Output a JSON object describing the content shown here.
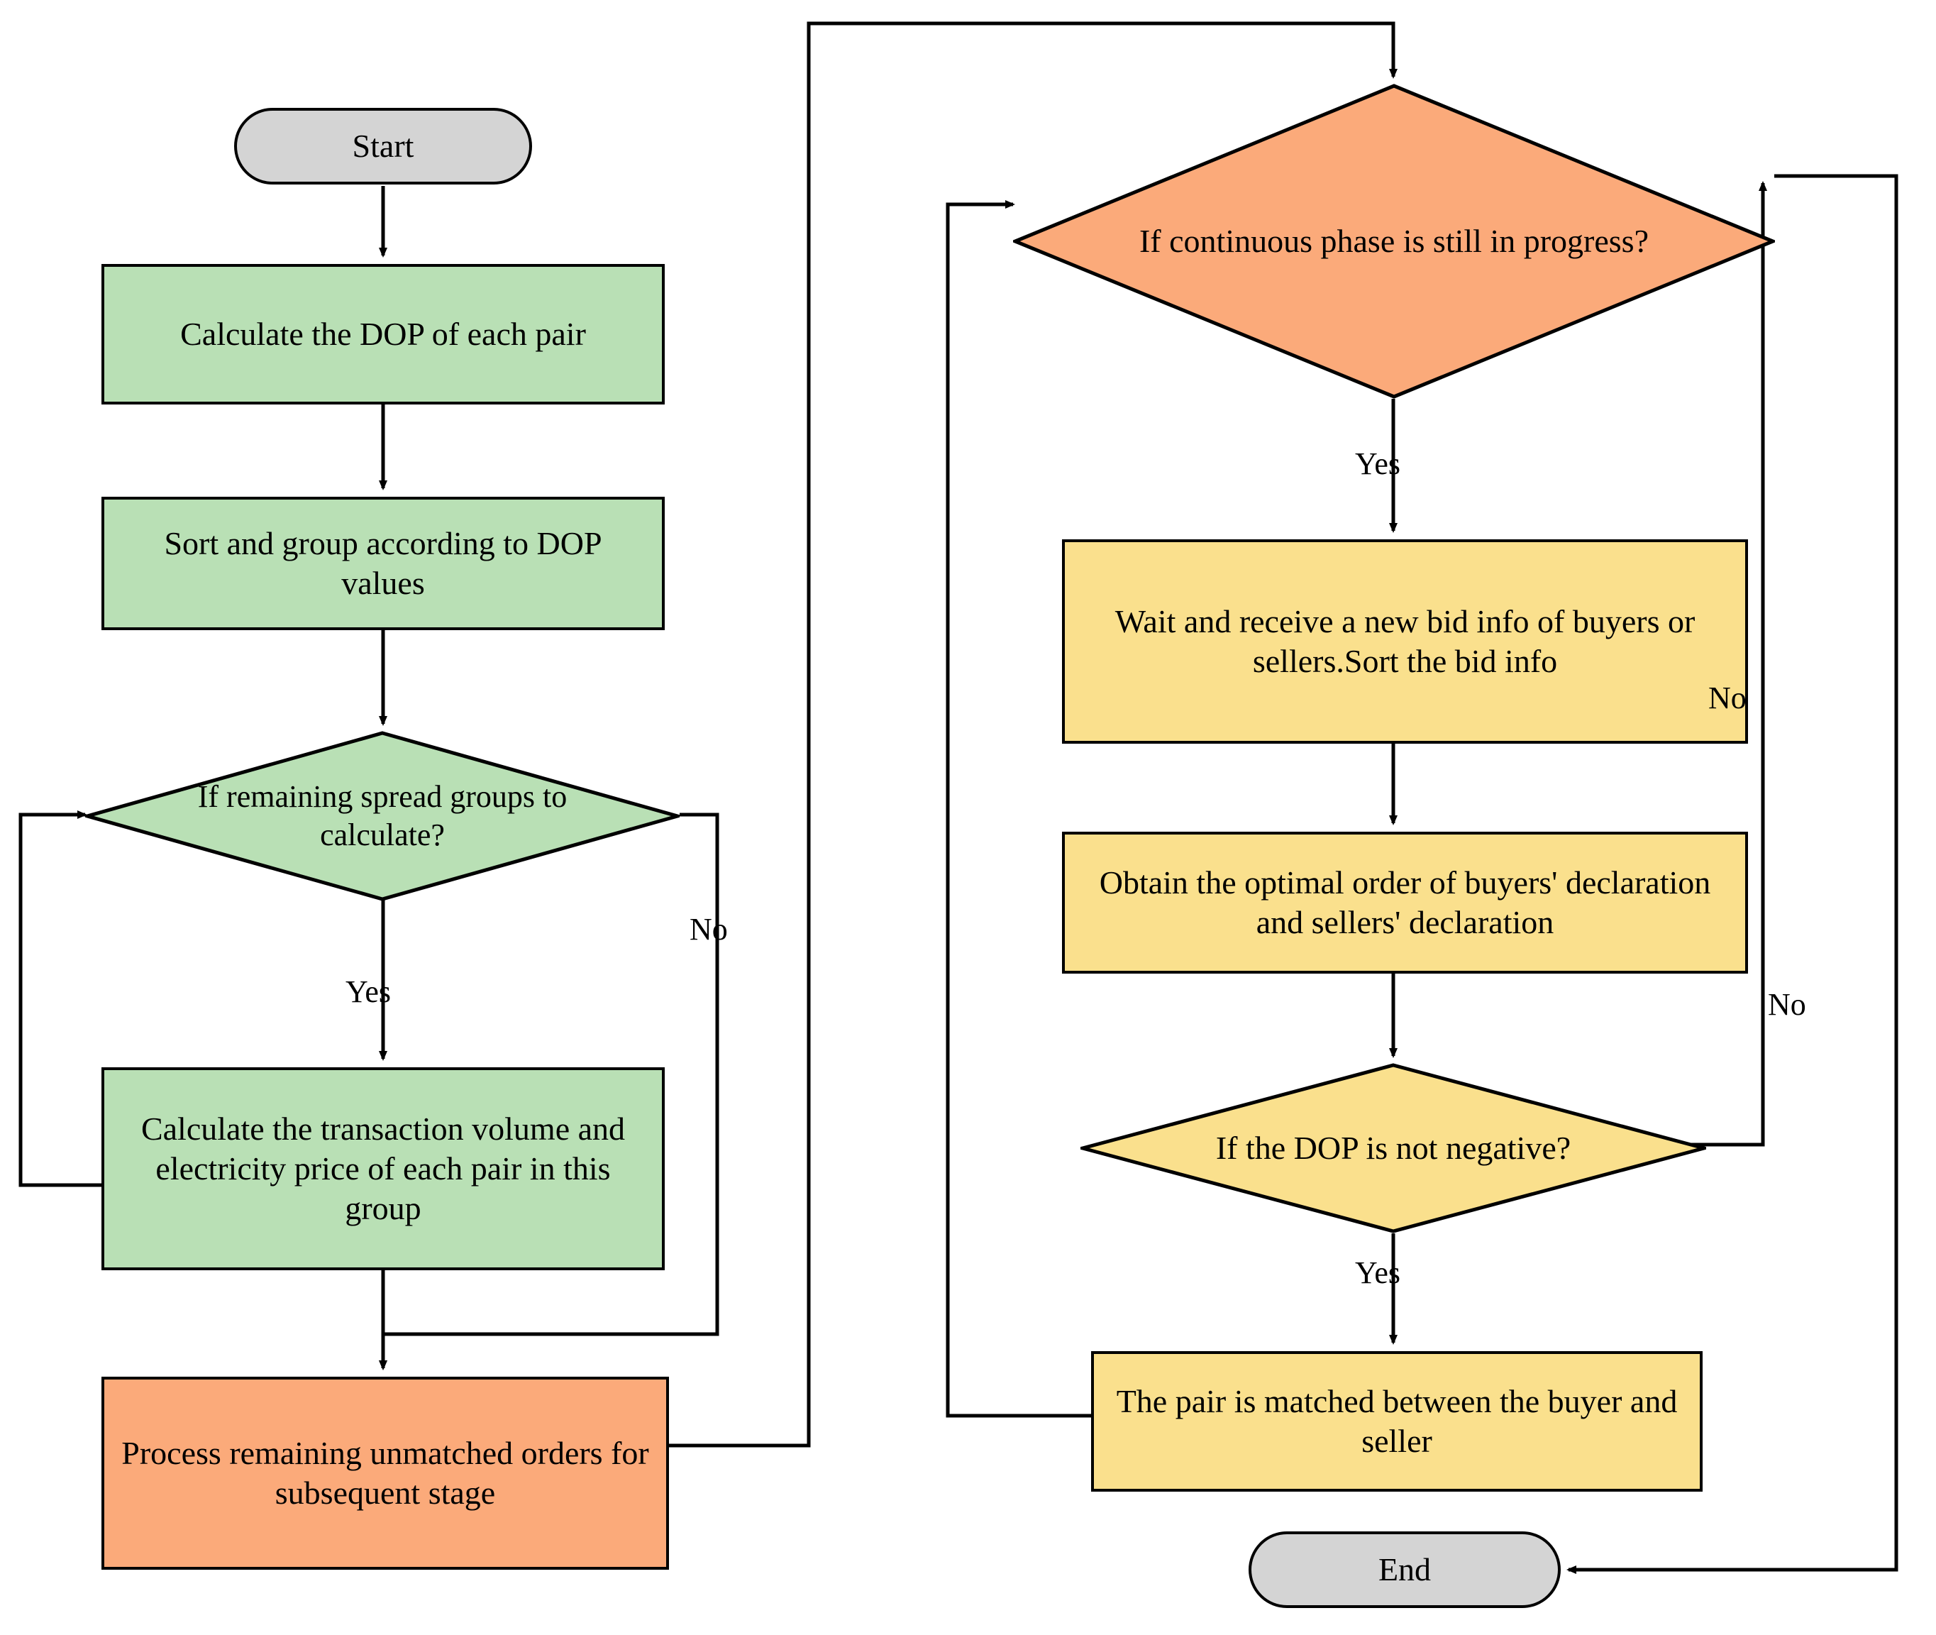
{
  "diagram": {
    "title": "Two-stage electricity trading matching flowchart",
    "colors": {
      "green": "#b9e0b5",
      "orange": "#fbaa7a",
      "yellow": "#fae08d",
      "gray": "#d4d4d4",
      "stroke": "#000000",
      "background": "#ffffff"
    },
    "nodes": [
      {
        "id": "start",
        "shape": "terminal",
        "color": "gray",
        "text": "Start"
      },
      {
        "id": "calc_dop",
        "shape": "process",
        "color": "green",
        "text": "Calculate the DOP of each pair"
      },
      {
        "id": "sort_group",
        "shape": "process",
        "color": "green",
        "text": "Sort and group according to DOP values"
      },
      {
        "id": "remaining",
        "shape": "decision",
        "color": "green",
        "text": "If remaining spread groups to calculate?"
      },
      {
        "id": "calc_volume",
        "shape": "process",
        "color": "green",
        "text": "Calculate the transaction volume and electricity price of each pair in this group"
      },
      {
        "id": "process_rem",
        "shape": "process",
        "color": "orange",
        "text": "Process remaining unmatched orders for subsequent stage"
      },
      {
        "id": "continuous",
        "shape": "decision",
        "color": "orange",
        "text": "If continuous phase is still in progress?"
      },
      {
        "id": "wait_bid",
        "shape": "process",
        "color": "yellow",
        "text": "Wait and receive a new bid info of buyers or sellers.Sort the bid info"
      },
      {
        "id": "optimal",
        "shape": "process",
        "color": "yellow",
        "text": "Obtain the optimal order of buyers' declaration and sellers' declaration"
      },
      {
        "id": "dop_neg",
        "shape": "decision",
        "color": "yellow",
        "text": "If the DOP is not negative?"
      },
      {
        "id": "matched",
        "shape": "process",
        "color": "yellow",
        "text": "The pair is matched between the buyer and seller"
      },
      {
        "id": "end",
        "shape": "terminal",
        "color": "gray",
        "text": "End"
      }
    ],
    "edge_labels": {
      "remaining_yes": "Yes",
      "remaining_no": "No",
      "continuous_yes": "Yes",
      "continuous_no": "No",
      "dop_yes": "Yes",
      "dop_no": "No"
    }
  }
}
